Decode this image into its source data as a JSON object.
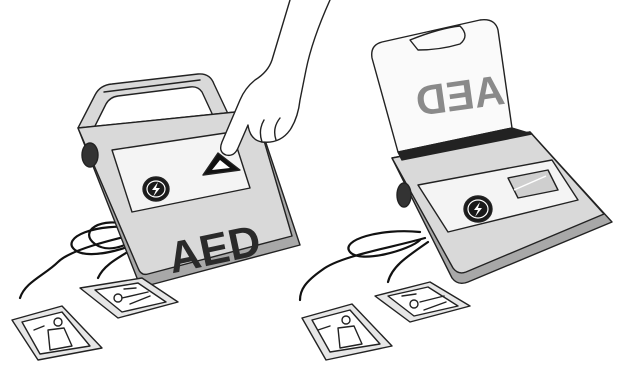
{
  "illustration": {
    "left_panel": {
      "device_label": "AED",
      "shock_icon": "lightning-bolt-icon",
      "press_icon": "warning-triangle-icon",
      "gesture": "finger-press"
    },
    "right_panel": {
      "device_label": "AED",
      "shock_icon": "lightning-bolt-icon",
      "state": "lid-open"
    }
  }
}
